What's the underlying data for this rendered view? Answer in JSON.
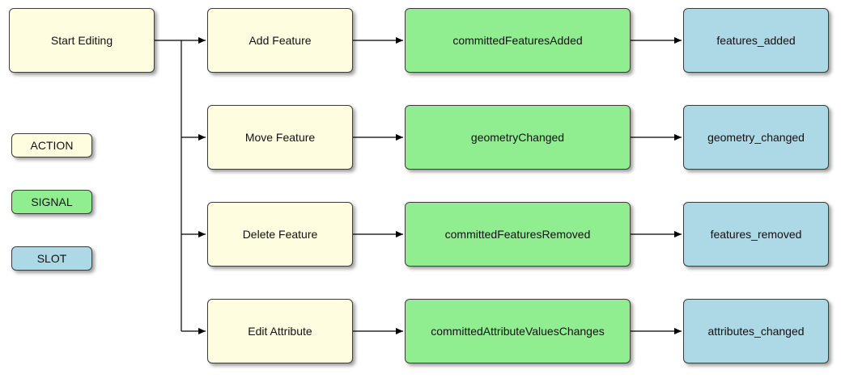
{
  "colors": {
    "action": "#fffde0",
    "signal": "#90ee90",
    "slot": "#add8e6",
    "line": "#000000"
  },
  "start": {
    "label": "Start Editing"
  },
  "rows": [
    {
      "action": "Add Feature",
      "signal": "committedFeaturesAdded",
      "slot": "features_added"
    },
    {
      "action": "Move Feature",
      "signal": "geometryChanged",
      "slot": "geometry_changed"
    },
    {
      "action": "Delete Feature",
      "signal": "committedFeaturesRemoved",
      "slot": "features_removed"
    },
    {
      "action": "Edit Attribute",
      "signal": "committedAttributeValuesChanges",
      "slot": "attributes_changed"
    }
  ],
  "legend": {
    "action": "ACTION",
    "signal": "SIGNAL",
    "slot": "SLOT"
  }
}
